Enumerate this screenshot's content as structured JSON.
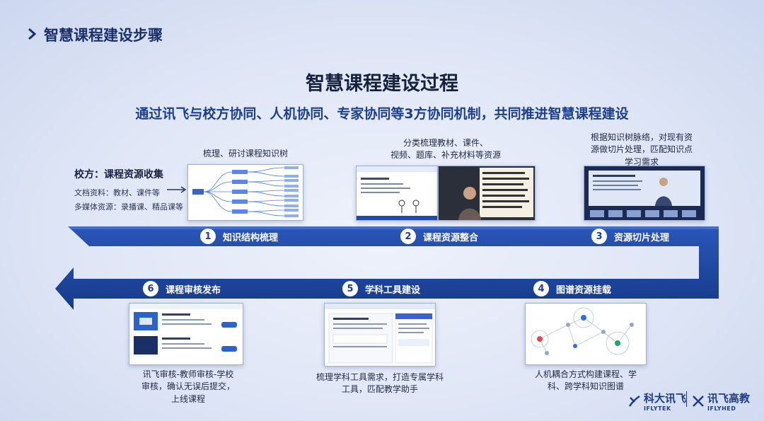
{
  "header": {
    "title": "智慧课程建设步骤"
  },
  "main_title": "智慧课程建设过程",
  "subtitle": "通过讯飞与校方协同、人机协同、专家协同等3方协同机制，共同推进智慧课程建设",
  "source": {
    "title": "校方：课程资源收集",
    "items": [
      "文档资料：教材、课件等",
      "多媒体资源：录播课、精品课等"
    ]
  },
  "steps": [
    {
      "num": "1",
      "label": "知识结构梳理",
      "caption": "梳理、研讨课程知识树"
    },
    {
      "num": "2",
      "label": "课程资源整合",
      "caption_lines": [
        "分类梳理教材、课件、",
        "视频、题库、补充材料等资源"
      ]
    },
    {
      "num": "3",
      "label": "资源切片处理",
      "caption_lines": [
        "根据知识树脉络，对现有资",
        "源做切片处理，匹配知识点",
        "学习需求"
      ]
    },
    {
      "num": "4",
      "label": "图谱资源挂载",
      "caption_lines": [
        "人机耦合方式构建课程、学",
        "科、跨学科知识图谱"
      ]
    },
    {
      "num": "5",
      "label": "学科工具建设",
      "caption_lines": [
        "梳理学科工具需求，打造专属学科",
        "工具，匹配教学助手"
      ]
    },
    {
      "num": "6",
      "label": "课程审核发布",
      "caption_lines": [
        "讯飞审核-教师审核-学校",
        "审核，确认无误后提交，",
        "上线课程"
      ]
    }
  ],
  "logos": {
    "left": {
      "cn": "科大讯飞",
      "en": "IFLYTEK"
    },
    "right": {
      "cn": "讯飞高教",
      "en": "IFLYHED"
    }
  },
  "colors": {
    "band": "#1f4aa8",
    "band_dark": "#163a8a",
    "accent": "#1c3f8f"
  }
}
